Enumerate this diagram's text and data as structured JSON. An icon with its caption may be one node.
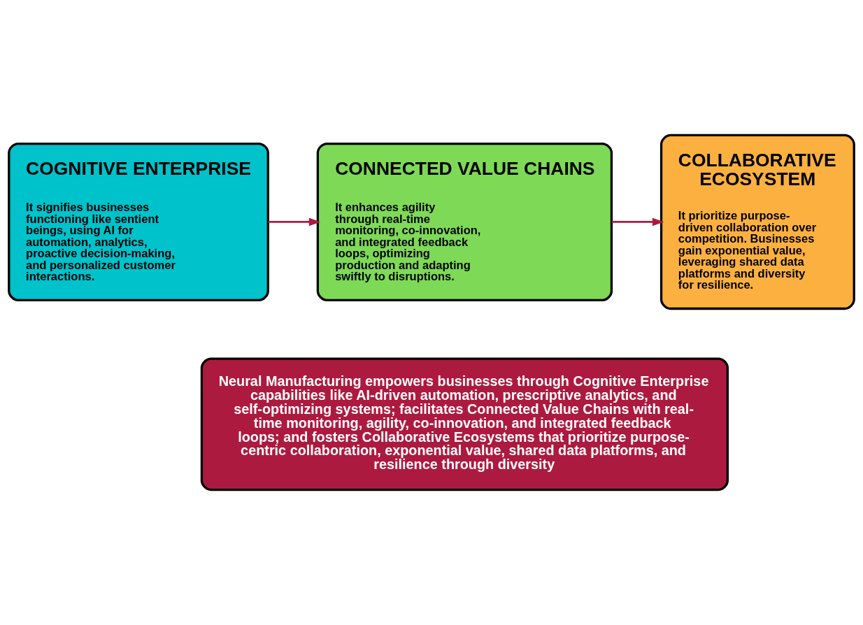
{
  "diagram": {
    "nodes": [
      {
        "text": [
          "COGNITIVE ENTERPRISE",
          "It signifies businesses functioning like sentient beings, using AI for automation, analytics, proactive decision-making, and personalized customer interactions."
        ]
      },
      {
        "text": [
          "CONNECTED VALUE CHAINS",
          "It enhances agility through real-time monitoring, co-innovation, and integrated feedback loops, optimizing production and adapting swiftly to disruptions."
        ]
      },
      {
        "text": [
          "COLLABORATIVE ECOSYSTEM",
          "It prioritize purpose-driven collaboration over competition. Businesses gain exponential value, leveraging shared data platforms and diversity for resilience."
        ]
      },
      {
        "text": [
          "Neural Manufacturing empowers businesses through Cognitive Enterprise capabilities like AI-driven automation, prescriptive analytics, and self-optimizing systems; facilitates Connected Value Chains with real-time monitoring, agility, co-innovation, and integrated feedback loops; and fosters Collaborative Ecosystems that prioritize purpose-centric collaboration, exponential value, shared data platforms, and resilience through diversity"
        ]
      }
    ],
    "edges": [
      {
        "from": 0,
        "to": 1,
        "arrow": "to"
      },
      {
        "from": 1,
        "to": 2,
        "arrow": "to"
      }
    ]
  }
}
